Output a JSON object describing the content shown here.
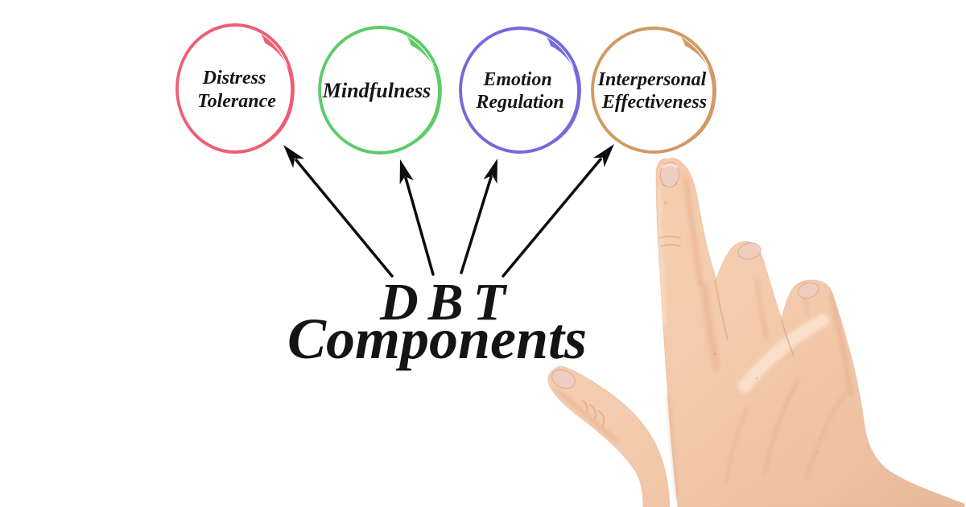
{
  "diagram": {
    "title_acronym": "DBT",
    "title_word": "Components",
    "text_color": "#141414",
    "arrow_color": "#0d0d0d",
    "nodes": [
      {
        "id": "distress-tolerance",
        "label": "Distress Tolerance",
        "lines": [
          "Distress",
          "Tolerance"
        ],
        "color": "#ee5e73"
      },
      {
        "id": "mindfulness",
        "label": "Mindfulness",
        "lines": [
          "Mindfulness"
        ],
        "color": "#5fcb68"
      },
      {
        "id": "emotion-regulation",
        "label": "Emotion Regulation",
        "lines": [
          "Emotion",
          "Regulation"
        ],
        "color": "#7569dc"
      },
      {
        "id": "interpersonal-effectiveness",
        "label": "Interpersonal Effectiveness",
        "lines": [
          "Interpersonal",
          "Effectiveness"
        ],
        "color": "#d29a63"
      }
    ]
  },
  "hand": {
    "skin": "#f4cbad",
    "nail": "#eecec2"
  }
}
